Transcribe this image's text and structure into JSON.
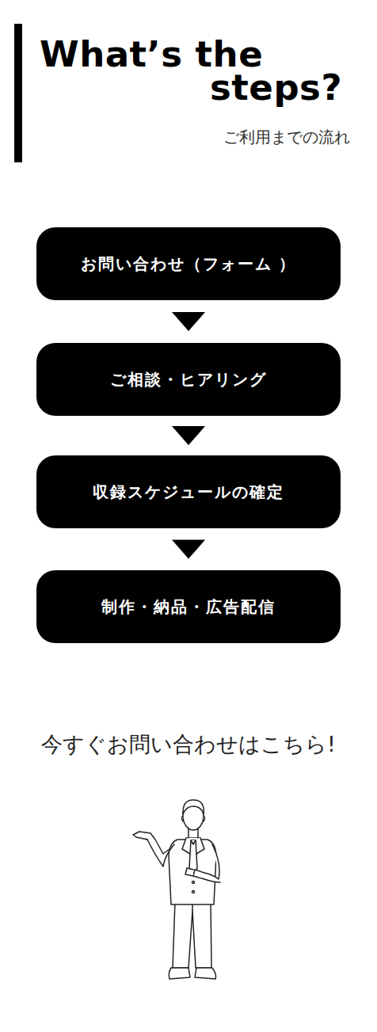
{
  "diagram": {
    "title": "What’s the steps?",
    "nodes": [
      {
        "text": [
          "お問い合わせ（フォーム ）"
        ]
      },
      {
        "text": [
          "ご相談・ヒアリング"
        ]
      },
      {
        "text": [
          "収録スケジュールの確定"
        ]
      },
      {
        "text": [
          "制作・納品・広告配信"
        ]
      }
    ],
    "edges": [
      {
        "from": 0,
        "to": 1,
        "arrow": "to"
      },
      {
        "from": 1,
        "to": 2,
        "arrow": "to"
      },
      {
        "from": 2,
        "to": 3,
        "arrow": "to"
      }
    ],
    "labels": [
      "ご利用までの流れ",
      "今すぐお問い合わせはこちら!"
    ]
  }
}
